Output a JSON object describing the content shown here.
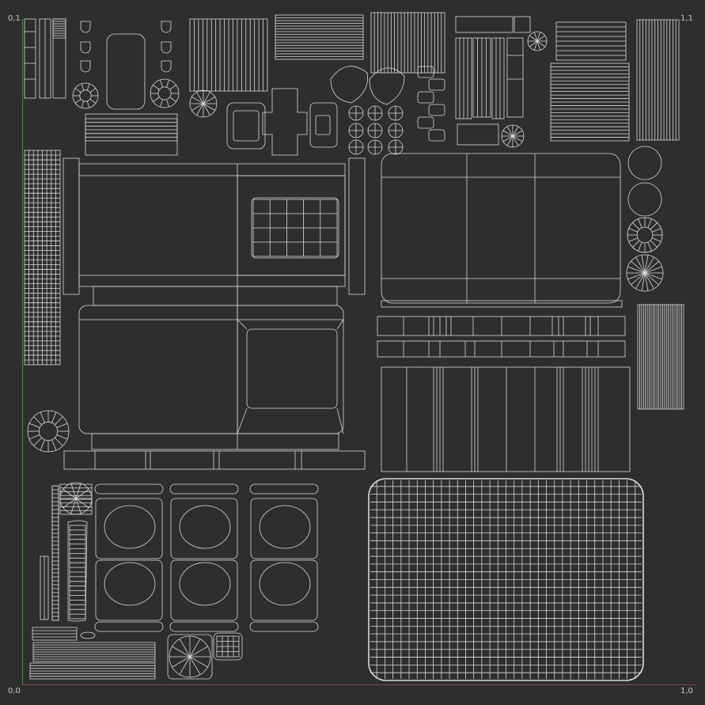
{
  "viewport": {
    "background": "#2e2e2e",
    "wire_color": "#d9d9d9",
    "axis_v_color": "#4a8a4a",
    "axis_h_color": "#8a4a4a"
  },
  "corners": {
    "top_left": "0,1",
    "top_right": "1,1",
    "bottom_left": "0,0",
    "bottom_right": "1,0"
  }
}
